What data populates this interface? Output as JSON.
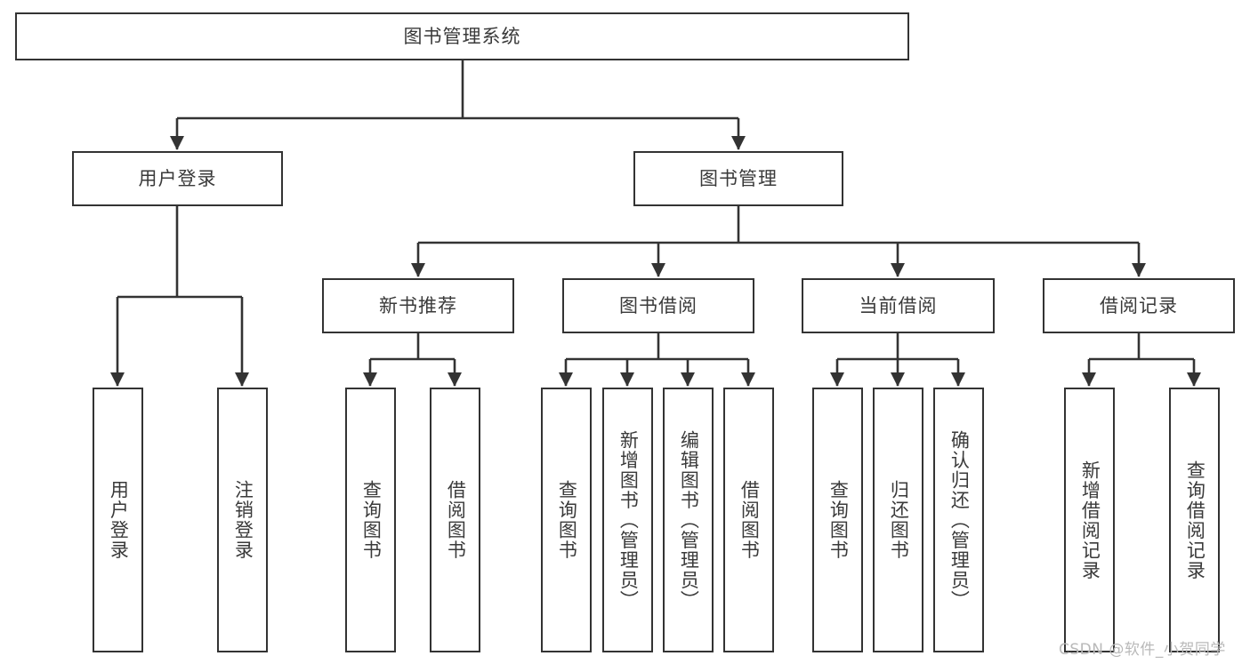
{
  "diagram": {
    "type": "tree-hierarchy",
    "title": "图书管理系统",
    "colors": {
      "box_border": "#333333",
      "box_fill": "#ffffff",
      "text": "#3a3a3a",
      "connector": "#333333",
      "watermark": "#b9b9b9",
      "background": "#ffffff"
    },
    "root": {
      "id": "root",
      "label": "图书管理系统",
      "orientation": "horizontal"
    },
    "level2": [
      {
        "id": "user-login",
        "label": "用户登录",
        "orientation": "horizontal"
      },
      {
        "id": "book-manage",
        "label": "图书管理",
        "orientation": "horizontal"
      }
    ],
    "level3": [
      {
        "id": "new-book-rec",
        "label": "新书推荐",
        "orientation": "horizontal",
        "parent": "book-manage"
      },
      {
        "id": "book-borrow",
        "label": "图书借阅",
        "orientation": "horizontal",
        "parent": "book-manage"
      },
      {
        "id": "current-borrow",
        "label": "当前借阅",
        "orientation": "horizontal",
        "parent": "book-manage"
      },
      {
        "id": "borrow-record",
        "label": "借阅记录",
        "orientation": "horizontal",
        "parent": "book-manage"
      }
    ],
    "leaves": [
      {
        "id": "leaf-user-login",
        "label": "用户登录",
        "orientation": "vertical",
        "parent": "user-login"
      },
      {
        "id": "leaf-user-logout",
        "label": "注销登录",
        "orientation": "vertical",
        "parent": "user-login"
      },
      {
        "id": "leaf-query-book-1",
        "label": "查询图书",
        "orientation": "vertical",
        "parent": "new-book-rec"
      },
      {
        "id": "leaf-borrow-book-1",
        "label": "借阅图书",
        "orientation": "vertical",
        "parent": "new-book-rec"
      },
      {
        "id": "leaf-query-book-2",
        "label": "查询图书",
        "orientation": "vertical",
        "parent": "book-borrow"
      },
      {
        "id": "leaf-add-book",
        "label": "新增图书（管理员）",
        "orientation": "vertical",
        "parent": "book-borrow"
      },
      {
        "id": "leaf-edit-book",
        "label": "编辑图书（管理员）",
        "orientation": "vertical",
        "parent": "book-borrow"
      },
      {
        "id": "leaf-borrow-book-2",
        "label": "借阅图书",
        "orientation": "vertical",
        "parent": "book-borrow"
      },
      {
        "id": "leaf-query-book-3",
        "label": "查询图书",
        "orientation": "vertical",
        "parent": "current-borrow"
      },
      {
        "id": "leaf-return-book",
        "label": "归还图书",
        "orientation": "vertical",
        "parent": "current-borrow"
      },
      {
        "id": "leaf-confirm-return",
        "label": "确认归还（管理员）",
        "orientation": "vertical",
        "parent": "current-borrow"
      },
      {
        "id": "leaf-add-record",
        "label": "新增借阅记录",
        "orientation": "vertical",
        "parent": "borrow-record"
      },
      {
        "id": "leaf-query-record",
        "label": "查询借阅记录",
        "orientation": "vertical",
        "parent": "borrow-record"
      }
    ]
  },
  "watermark": {
    "text": "CSDN @软件_小贺同学"
  }
}
